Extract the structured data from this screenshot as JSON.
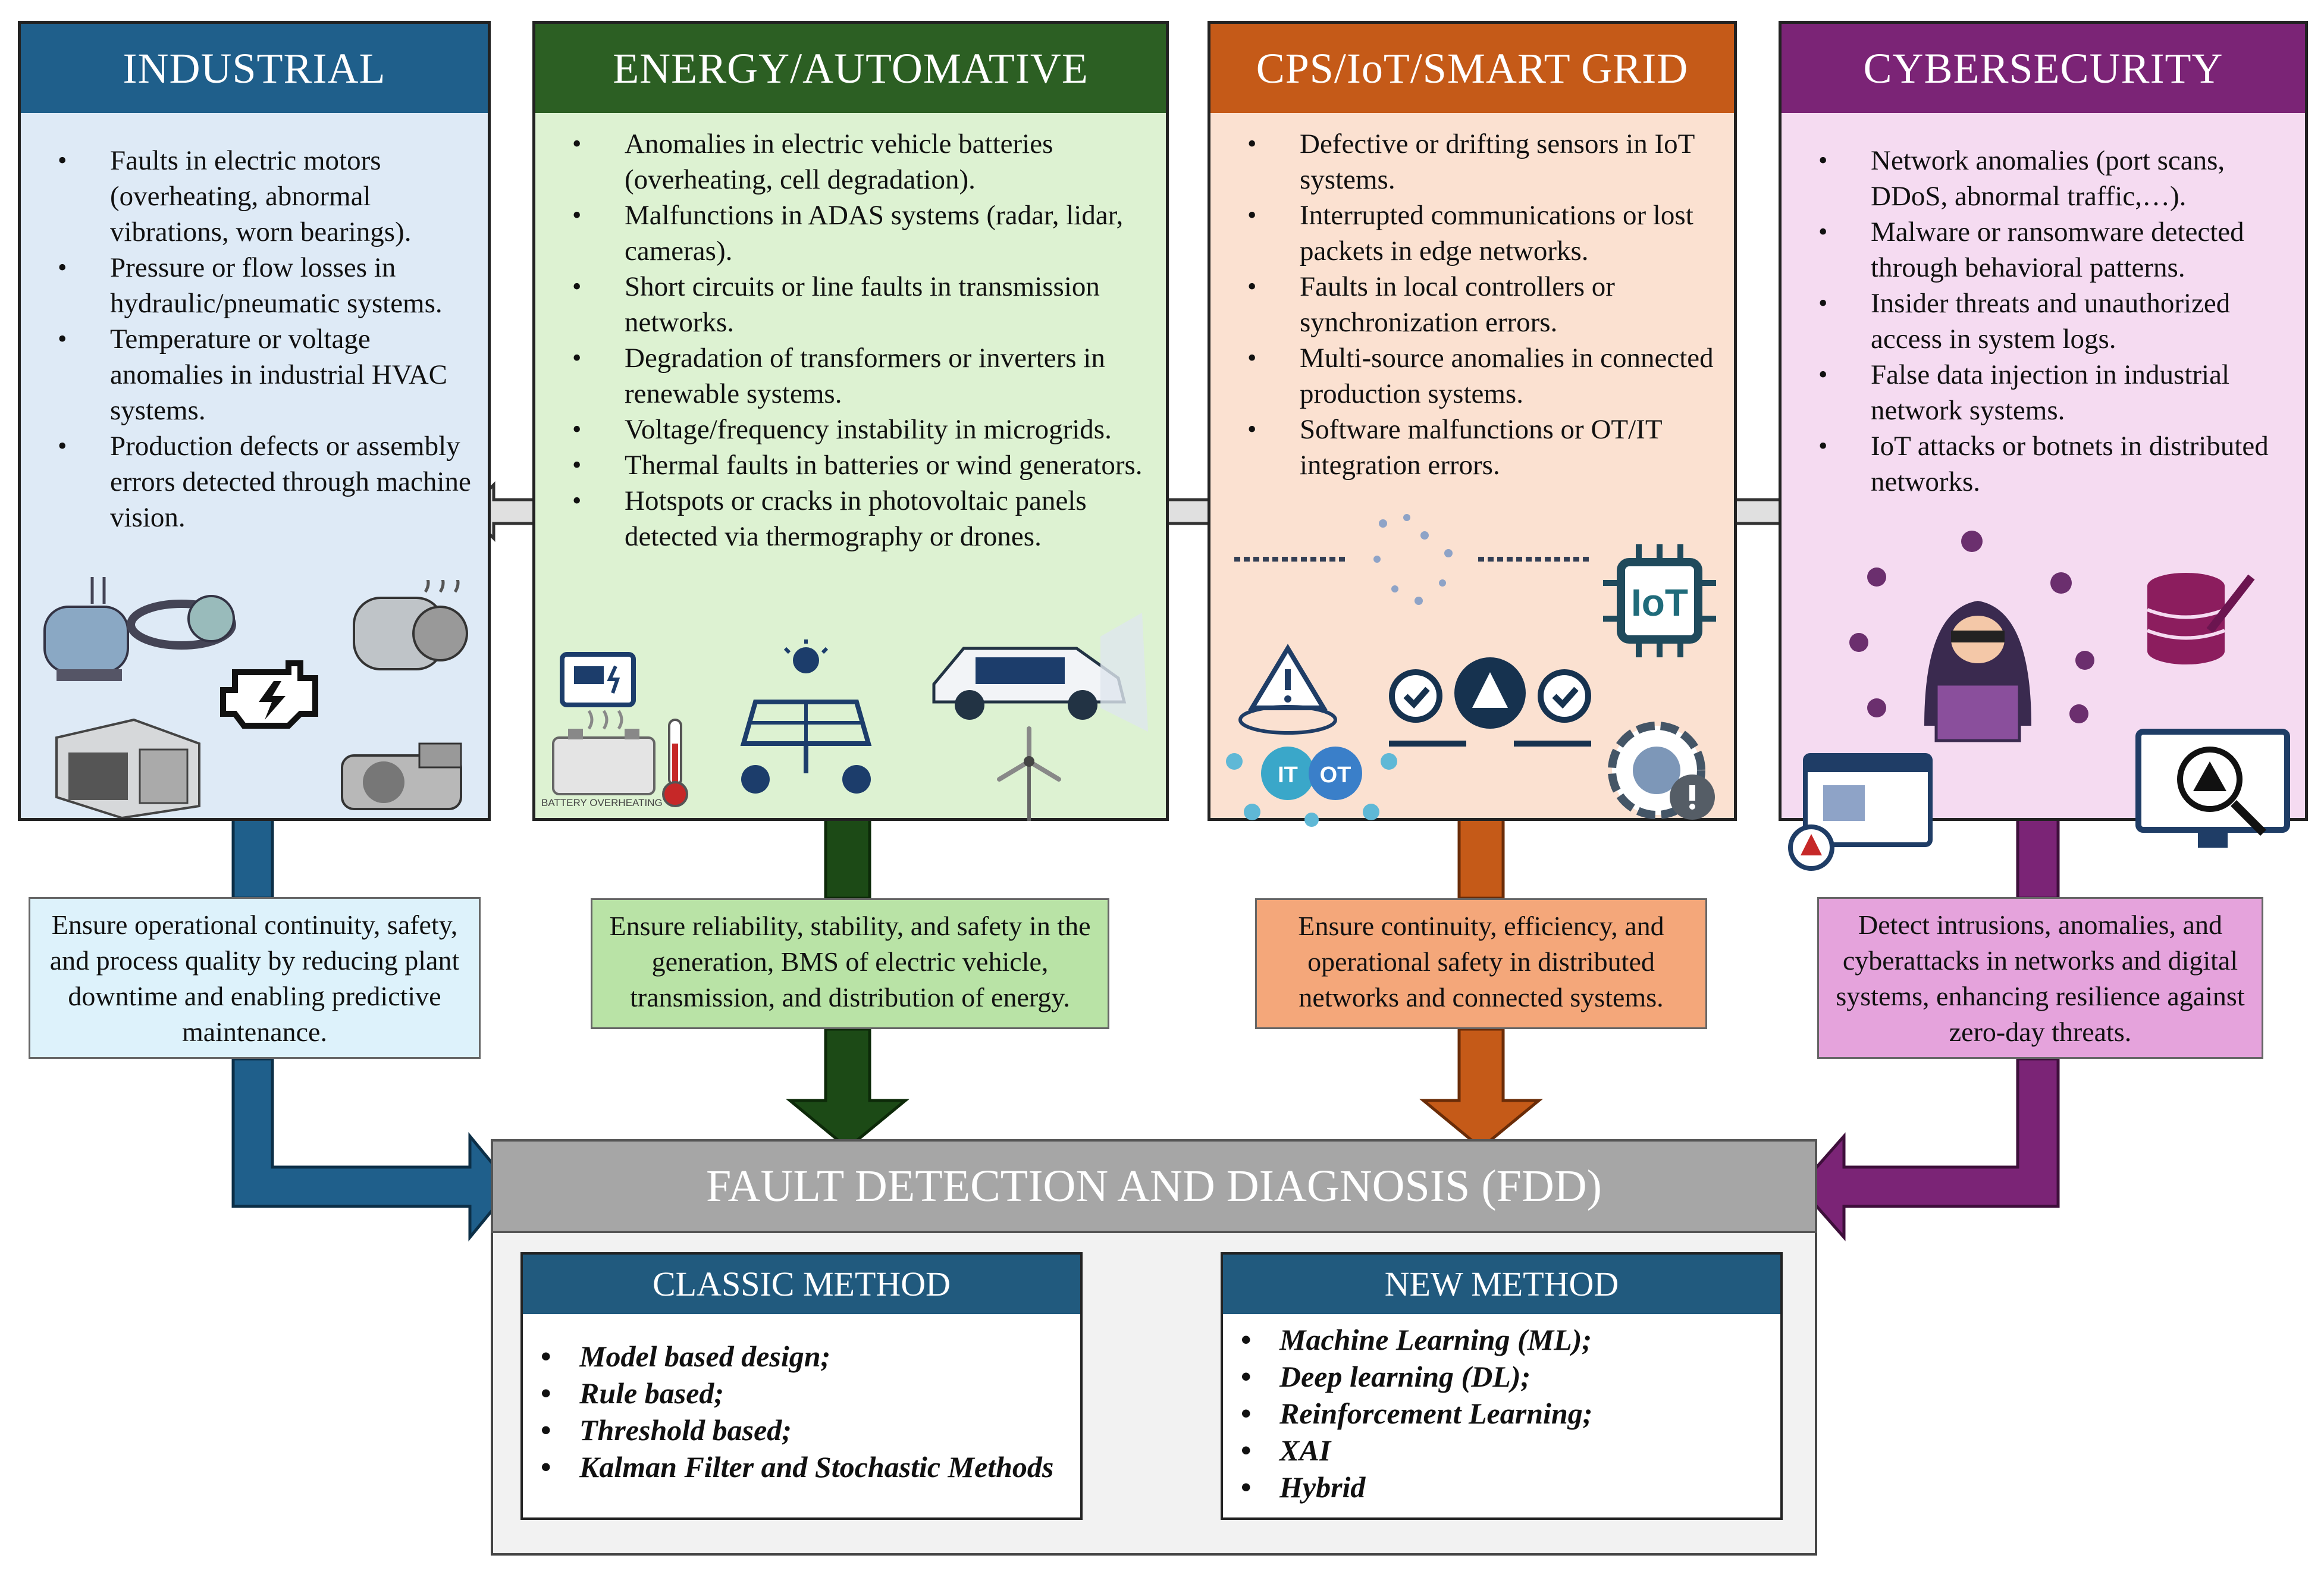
{
  "colors": {
    "industrial": "#1f5f8b",
    "industrial_bg": "#deeaf6",
    "industrial_goal": "#ddf2fb",
    "energy": "#2c5f23",
    "energy_bg": "#ddf2d2",
    "energy_goal": "#b9e3a6",
    "cps": "#c55a18",
    "cps_bg": "#fbe1d1",
    "cps_goal": "#f4a77a",
    "cyber": "#7b2476",
    "cyber_bg": "#f5dbf1",
    "cyber_goal": "#e5a3dc",
    "fdd_bar": "#a6a6a6",
    "method_header": "#215a7e"
  },
  "domains": [
    {
      "title": "INDUSTRIAL",
      "items": [
        "Faults in electric motors (overheating, abnormal vibrations, worn bearings).",
        "Pressure or flow losses in hydraulic/pneumatic systems.",
        "Temperature or voltage anomalies in industrial HVAC systems.",
        "Production defects or assembly errors detected through machine vision."
      ],
      "goal": "Ensure operational continuity, safety, and process quality by reducing plant downtime and enabling predictive maintenance."
    },
    {
      "title": "ENERGY/AUTOMATIVE",
      "items": [
        "Anomalies in electric vehicle batteries (overheating, cell degradation).",
        "Malfunctions in ADAS systems (radar, lidar, cameras).",
        "Short circuits or line faults in transmission networks.",
        "Degradation of transformers or inverters in renewable systems.",
        "Voltage/frequency instability in microgrids.",
        "Thermal faults in batteries or wind generators.",
        "Hotspots or cracks in photovoltaic panels detected via thermography or drones."
      ],
      "goal": "Ensure reliability, stability, and safety in the generation, BMS of electric vehicle, transmission, and distribution of energy.",
      "battery_caption": "BATTERY OVERHEATING"
    },
    {
      "title": "CPS/IoT/SMART GRID",
      "items": [
        "Defective or drifting sensors in IoT systems.",
        "Interrupted communications or lost packets in edge networks.",
        "Faults in local controllers or synchronization errors.",
        "Multi-source anomalies in connected production systems.",
        "Software malfunctions or OT/IT integration errors."
      ],
      "goal": "Ensure continuity, efficiency, and operational safety in distributed networks and connected systems.",
      "iot_label": "IoT",
      "it_label": "IT",
      "ot_label": "OT"
    },
    {
      "title": "CYBERSECURITY",
      "items": [
        "Network anomalies (port scans, DDoS, abnormal traffic,…).",
        "Malware or ransomware detected through behavioral patterns.",
        "Insider threats and unauthorized access in system logs.",
        "False data injection in industrial network systems.",
        "IoT attacks or botnets in distributed networks."
      ],
      "goal": "Detect intrusions, anomalies, and cyberattacks in networks and digital systems, enhancing resilience against zero-day threats."
    }
  ],
  "fdd": {
    "title": "FAULT DETECTION AND DIAGNOSIS (FDD)",
    "classic": {
      "title": "CLASSIC METHOD",
      "items": [
        "Model based design;",
        "Rule based;",
        "Threshold based;",
        "Kalman Filter and Stochastic Methods"
      ]
    },
    "new": {
      "title": "NEW METHOD",
      "items": [
        "Machine Learning (ML);",
        "Deep learning (DL);",
        "Reinforcement Learning;",
        "XAI",
        "Hybrid"
      ]
    }
  },
  "icons": [
    "motor-icon",
    "engine-warning-icon",
    "hvac-unit-icon",
    "generator-icon",
    "battery-icon",
    "thermometer-icon",
    "solar-panel-icon",
    "electric-car-icon",
    "wind-turbine-icon",
    "sensor-alert-icon",
    "network-flow-icon",
    "iot-chip-icon",
    "cloud-warning-icon",
    "it-ot-network-icon",
    "gear-warning-icon",
    "hacker-icon",
    "database-injection-icon",
    "web-alert-icon",
    "malware-monitor-icon"
  ]
}
